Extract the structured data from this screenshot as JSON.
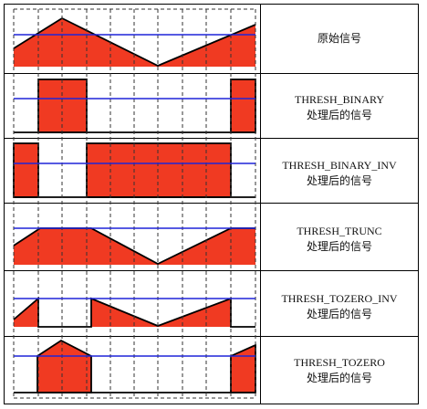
{
  "rows": [
    {
      "lines": [
        "原始信号"
      ]
    },
    {
      "lines": [
        "THRESH_BINARY",
        "处理后的信号"
      ]
    },
    {
      "lines": [
        "THRESH_BINARY_INV",
        "处理后的信号"
      ]
    },
    {
      "lines": [
        "THRESH_TRUNC",
        "处理后的信号"
      ]
    },
    {
      "lines": [
        "THRESH_TOZERO_INV",
        "处理后的信号"
      ]
    },
    {
      "lines": [
        "THRESH_TOZERO",
        "处理后的信号"
      ]
    }
  ],
  "colors": {
    "fill": "#f03a22",
    "threshold": "#1f24d8",
    "outline": "#000000",
    "grid": "#444444"
  }
}
